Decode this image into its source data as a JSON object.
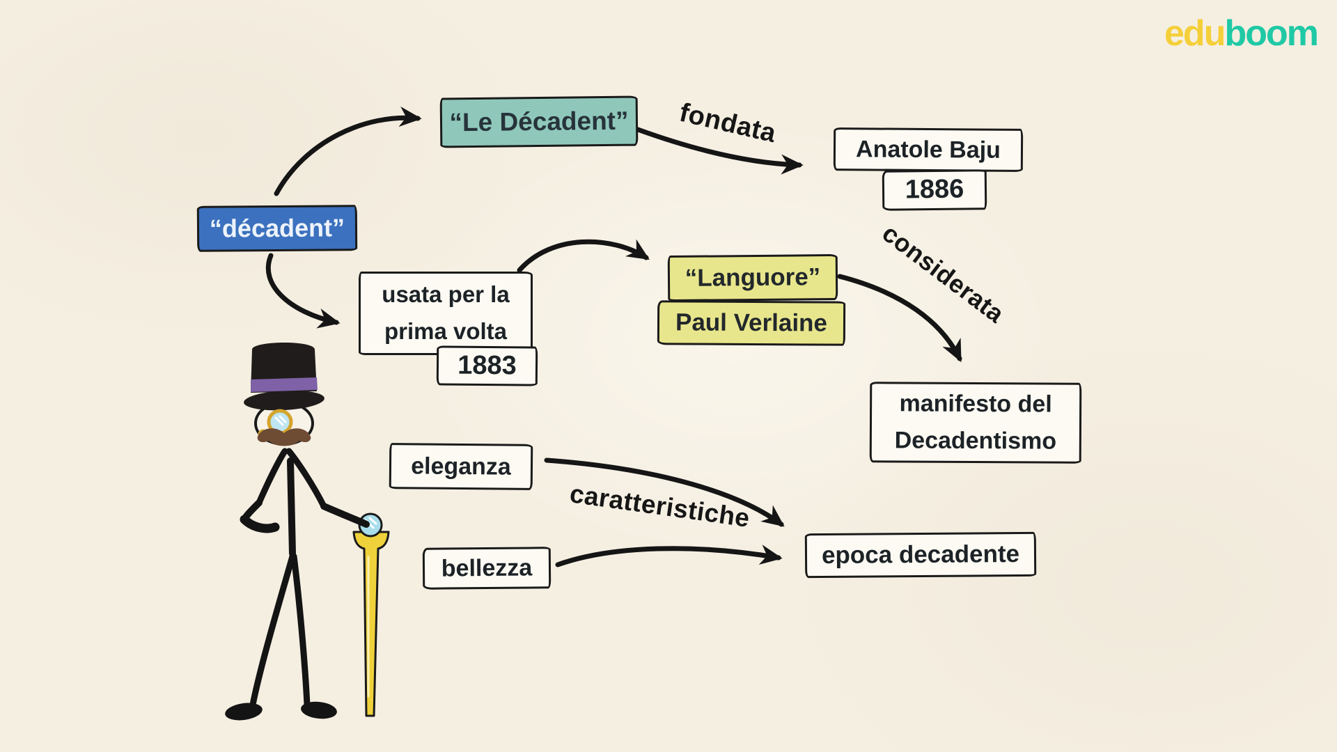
{
  "logo": {
    "edu": "edu",
    "boom": "boom",
    "edu_color": "#F5CF3A",
    "boom_color": "#1FC9A5"
  },
  "palette": {
    "background": "#F5EFE2",
    "box_border": "#1A1A1A",
    "white_box": "#FCFAF3",
    "blue_box": "#3B71BE",
    "teal_box": "#8FC8BA",
    "yellow_box": "#E8E68C",
    "ink": "#1C2226",
    "arrow": "#151515",
    "hat_band_purple": "#7E61A6",
    "mustache_brown": "#6E4B33",
    "monocle_gold": "#D4A42C",
    "cane_yellow": "#EFD23B",
    "orb_blue": "#A9DDEC"
  },
  "nodes": {
    "decadent": {
      "label": "“décadent”"
    },
    "le_decadent": {
      "label": "“Le Décadent”"
    },
    "anatole_baju": {
      "label": "Anatole Baju"
    },
    "year_1886": {
      "label": "1886"
    },
    "usata": {
      "line1": "usata per la",
      "line2": "prima volta"
    },
    "year_1883": {
      "label": "1883"
    },
    "languore": {
      "label": "“Languore”"
    },
    "paul_verlaine": {
      "label": "Paul Verlaine"
    },
    "manifesto": {
      "line1": "manifesto del",
      "line2": "Decadentismo"
    },
    "eleganza": {
      "label": "eleganza"
    },
    "bellezza": {
      "label": "bellezza"
    },
    "epoca_decadente": {
      "label": "epoca decadente"
    }
  },
  "edge_labels": {
    "fondata": "fondata",
    "considerata": "considerata",
    "caratteristiche": "caratteristiche"
  },
  "edges": [
    {
      "from": "decadent",
      "to": "le_decadent",
      "label": ""
    },
    {
      "from": "le_decadent",
      "to": "anatole_baju",
      "label": "fondata"
    },
    {
      "from": "decadent",
      "to": "usata",
      "label": ""
    },
    {
      "from": "usata",
      "to": "languore",
      "label": ""
    },
    {
      "from": "languore",
      "to": "manifesto",
      "label": "considerata"
    },
    {
      "from": "eleganza",
      "to": "epoca_decadente",
      "label": "caratteristiche"
    },
    {
      "from": "bellezza",
      "to": "epoca_decadente",
      "label": "caratteristiche"
    }
  ],
  "character": {
    "description": "stick-figure gentleman with top hat, monocle, mustache and golden cane"
  }
}
